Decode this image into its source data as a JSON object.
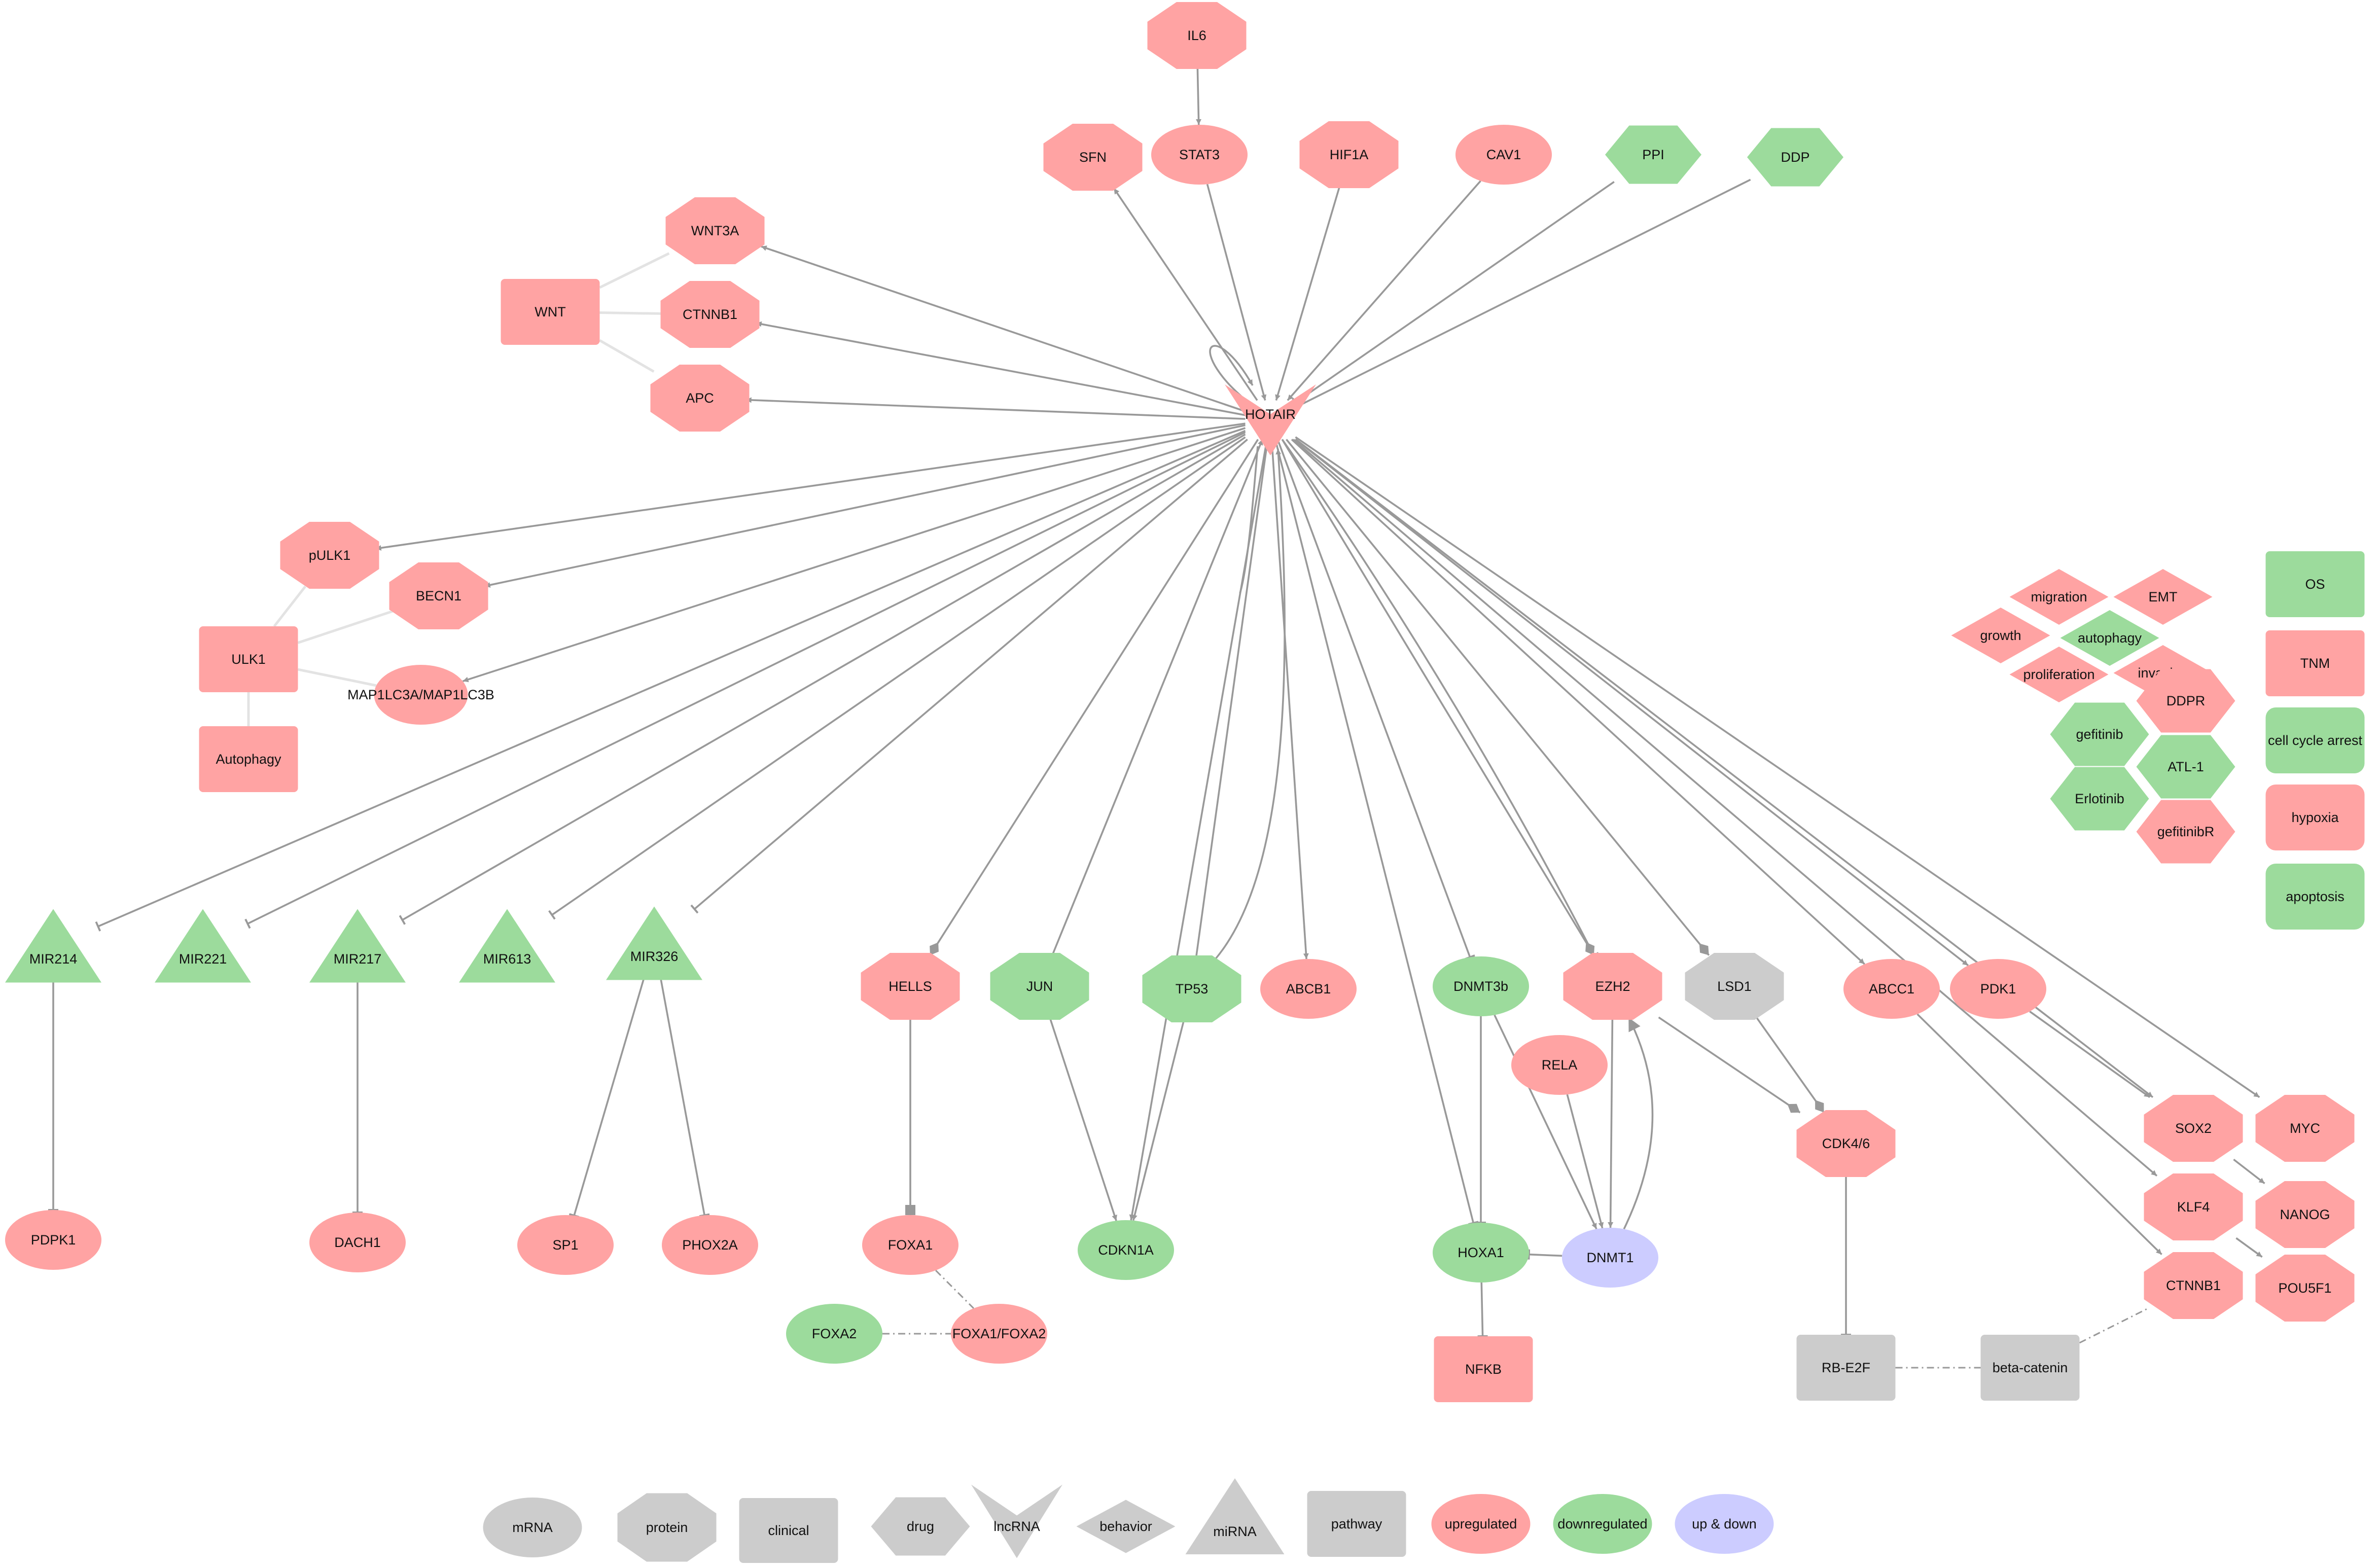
{
  "colors": {
    "upregulated": "#ffa3a3",
    "downregulated": "#9cdb9c",
    "updown": "#ccccff",
    "neutral": "#cccccc",
    "edge": "#999999"
  },
  "nodes": [
    {
      "id": "IL6",
      "label": "IL6",
      "shape": "octagon",
      "color": "up"
    },
    {
      "id": "SFN",
      "label": "SFN",
      "shape": "octagon",
      "color": "up"
    },
    {
      "id": "STAT3",
      "label": "STAT3",
      "shape": "ellipse",
      "color": "up"
    },
    {
      "id": "HIF1A",
      "label": "HIF1A",
      "shape": "octagon",
      "color": "up"
    },
    {
      "id": "CAV1",
      "label": "CAV1",
      "shape": "ellipse",
      "color": "up"
    },
    {
      "id": "PPI",
      "label": "PPI",
      "shape": "hexagon",
      "color": "down"
    },
    {
      "id": "DDP",
      "label": "DDP",
      "shape": "hexagon",
      "color": "down"
    },
    {
      "id": "WNT3A",
      "label": "WNT3A",
      "shape": "octagon",
      "color": "up"
    },
    {
      "id": "WNT",
      "label": "WNT",
      "shape": "rect",
      "color": "up"
    },
    {
      "id": "CTNNB1_top",
      "label": "CTNNB1",
      "shape": "octagon",
      "color": "up"
    },
    {
      "id": "APC",
      "label": "APC",
      "shape": "octagon",
      "color": "up"
    },
    {
      "id": "HOTAIR",
      "label": "HOTAIR",
      "shape": "vee",
      "color": "up"
    },
    {
      "id": "pULK1",
      "label": "pULK1",
      "shape": "octagon",
      "color": "up"
    },
    {
      "id": "BECN1",
      "label": "BECN1",
      "shape": "octagon",
      "color": "up"
    },
    {
      "id": "ULK1",
      "label": "ULK1",
      "shape": "rect",
      "color": "up"
    },
    {
      "id": "MAP1LC3",
      "label": "MAP1LC3A/MAP1LC3B",
      "shape": "ellipse",
      "color": "up"
    },
    {
      "id": "Autophagy",
      "label": "Autophagy",
      "shape": "rect",
      "color": "up"
    },
    {
      "id": "MIR214",
      "label": "MIR214",
      "shape": "triangle",
      "color": "down"
    },
    {
      "id": "MIR221",
      "label": "MIR221",
      "shape": "triangle",
      "color": "down"
    },
    {
      "id": "MIR217",
      "label": "MIR217",
      "shape": "triangle",
      "color": "down"
    },
    {
      "id": "MIR613",
      "label": "MIR613",
      "shape": "triangle",
      "color": "down"
    },
    {
      "id": "MIR326",
      "label": "MIR326",
      "shape": "triangle",
      "color": "down"
    },
    {
      "id": "HELLS",
      "label": "HELLS",
      "shape": "octagon",
      "color": "up"
    },
    {
      "id": "JUN",
      "label": "JUN",
      "shape": "octagon",
      "color": "down"
    },
    {
      "id": "TP53",
      "label": "TP53",
      "shape": "octagon",
      "color": "down"
    },
    {
      "id": "ABCB1",
      "label": "ABCB1",
      "shape": "ellipse",
      "color": "up"
    },
    {
      "id": "DNMT3b",
      "label": "DNMT3b",
      "shape": "ellipse",
      "color": "down"
    },
    {
      "id": "EZH2",
      "label": "EZH2",
      "shape": "octagon",
      "color": "up"
    },
    {
      "id": "LSD1",
      "label": "LSD1",
      "shape": "octagon",
      "color": "neutral"
    },
    {
      "id": "ABCC1",
      "label": "ABCC1",
      "shape": "ellipse",
      "color": "up"
    },
    {
      "id": "PDK1",
      "label": "PDK1",
      "shape": "ellipse",
      "color": "up"
    },
    {
      "id": "RELA",
      "label": "RELA",
      "shape": "ellipse",
      "color": "up"
    },
    {
      "id": "CDK46",
      "label": "CDK4/6",
      "shape": "octagon",
      "color": "up"
    },
    {
      "id": "SOX2",
      "label": "SOX2",
      "shape": "octagon",
      "color": "up"
    },
    {
      "id": "MYC",
      "label": "MYC",
      "shape": "octagon",
      "color": "up"
    },
    {
      "id": "KLF4",
      "label": "KLF4",
      "shape": "octagon",
      "color": "up"
    },
    {
      "id": "NANOG",
      "label": "NANOG",
      "shape": "octagon",
      "color": "up"
    },
    {
      "id": "CTNNB1_bot",
      "label": "CTNNB1",
      "shape": "octagon",
      "color": "up"
    },
    {
      "id": "POU5F1",
      "label": "POU5F1",
      "shape": "octagon",
      "color": "up"
    },
    {
      "id": "PDPK1",
      "label": "PDPK1",
      "shape": "ellipse",
      "color": "up"
    },
    {
      "id": "DACH1",
      "label": "DACH1",
      "shape": "ellipse",
      "color": "up"
    },
    {
      "id": "SP1",
      "label": "SP1",
      "shape": "ellipse",
      "color": "up"
    },
    {
      "id": "PHOX2A",
      "label": "PHOX2A",
      "shape": "ellipse",
      "color": "up"
    },
    {
      "id": "FOXA1",
      "label": "FOXA1",
      "shape": "ellipse",
      "color": "up"
    },
    {
      "id": "FOXA2",
      "label": "FOXA2",
      "shape": "ellipse",
      "color": "down"
    },
    {
      "id": "FOXA1FOXA2",
      "label": "FOXA1/FOXA2",
      "shape": "ellipse",
      "color": "up"
    },
    {
      "id": "CDKN1A",
      "label": "CDKN1A",
      "shape": "ellipse",
      "color": "down"
    },
    {
      "id": "HOXA1",
      "label": "HOXA1",
      "shape": "ellipse",
      "color": "down"
    },
    {
      "id": "DNMT1",
      "label": "DNMT1",
      "shape": "ellipse",
      "color": "updown"
    },
    {
      "id": "NFKB",
      "label": "NFKB",
      "shape": "rect",
      "color": "up"
    },
    {
      "id": "RBE2F",
      "label": "RB-E2F",
      "shape": "rect",
      "color": "neutral"
    },
    {
      "id": "betacatenin",
      "label": "beta-catenin",
      "shape": "rect",
      "color": "neutral"
    },
    {
      "id": "migration",
      "label": "migration",
      "shape": "diamond",
      "color": "up"
    },
    {
      "id": "EMT",
      "label": "EMT",
      "shape": "diamond",
      "color": "up"
    },
    {
      "id": "growth",
      "label": "growth",
      "shape": "diamond",
      "color": "up"
    },
    {
      "id": "autophagy_b",
      "label": "autophagy",
      "shape": "diamond",
      "color": "down"
    },
    {
      "id": "proliferation",
      "label": "proliferation",
      "shape": "diamond",
      "color": "up"
    },
    {
      "id": "invasion",
      "label": "invasion",
      "shape": "diamond",
      "color": "up"
    },
    {
      "id": "DDPR",
      "label": "DDPR",
      "shape": "hexagon",
      "color": "up"
    },
    {
      "id": "gefitinib",
      "label": "gefitinib",
      "shape": "hexagon",
      "color": "down"
    },
    {
      "id": "ATL1",
      "label": "ATL-1",
      "shape": "hexagon",
      "color": "down"
    },
    {
      "id": "Erlotinib",
      "label": "Erlotinib",
      "shape": "hexagon",
      "color": "down"
    },
    {
      "id": "gefitinibR",
      "label": "gefitinibR",
      "shape": "hexagon",
      "color": "up"
    },
    {
      "id": "OS",
      "label": "OS",
      "shape": "rect",
      "color": "down"
    },
    {
      "id": "TNM",
      "label": "TNM",
      "shape": "rect",
      "color": "up"
    },
    {
      "id": "cellcycle",
      "label": "cell cycle arrest",
      "shape": "roundrect",
      "color": "down"
    },
    {
      "id": "hypoxia",
      "label": "hypoxia",
      "shape": "roundrect",
      "color": "up"
    },
    {
      "id": "apoptosis",
      "label": "apoptosis",
      "shape": "roundrect",
      "color": "down"
    }
  ],
  "edges": [
    {
      "from": "IL6",
      "to": "STAT3",
      "type": "activate"
    },
    {
      "from": "HOTAIR",
      "to": "SFN",
      "type": "activate"
    },
    {
      "from": "STAT3",
      "to": "HOTAIR",
      "type": "activate"
    },
    {
      "from": "HIF1A",
      "to": "HOTAIR",
      "type": "activate"
    },
    {
      "from": "CAV1",
      "to": "HOTAIR",
      "type": "activate"
    },
    {
      "from": "PPI",
      "to": "HOTAIR",
      "type": "inhibit"
    },
    {
      "from": "DDP",
      "to": "HOTAIR",
      "type": "inhibit"
    },
    {
      "from": "HOTAIR",
      "to": "WNT3A",
      "type": "activate"
    },
    {
      "from": "HOTAIR",
      "to": "CTNNB1_top",
      "type": "activate"
    },
    {
      "from": "HOTAIR",
      "to": "APC",
      "type": "activate"
    },
    {
      "from": "HOTAIR",
      "to": "pULK1",
      "type": "activate"
    },
    {
      "from": "HOTAIR",
      "to": "BECN1",
      "type": "activate"
    },
    {
      "from": "HOTAIR",
      "to": "MAP1LC3",
      "type": "activate"
    },
    {
      "from": "HOTAIR",
      "to": "MIR214",
      "type": "inhibit"
    },
    {
      "from": "HOTAIR",
      "to": "MIR221",
      "type": "inhibit"
    },
    {
      "from": "HOTAIR",
      "to": "MIR217",
      "type": "inhibit"
    },
    {
      "from": "HOTAIR",
      "to": "MIR613",
      "type": "inhibit"
    },
    {
      "from": "HOTAIR",
      "to": "MIR326",
      "type": "inhibit"
    },
    {
      "from": "HOTAIR",
      "to": "HELLS",
      "type": "bind"
    },
    {
      "from": "JUN",
      "to": "HOTAIR",
      "type": "activate"
    },
    {
      "from": "TP53",
      "to": "HOTAIR",
      "type": "inhibit"
    },
    {
      "from": "HOTAIR",
      "to": "ABCB1",
      "type": "activate"
    },
    {
      "from": "HOTAIR",
      "to": "DNMT3b",
      "type": "inhibit"
    },
    {
      "from": "HOTAIR",
      "to": "EZH2",
      "type": "bind"
    },
    {
      "from": "HOTAIR",
      "to": "EZH2",
      "type": "inhibit"
    },
    {
      "from": "HOTAIR",
      "to": "LSD1",
      "type": "bind"
    },
    {
      "from": "HOTAIR",
      "to": "ABCC1",
      "type": "activate"
    },
    {
      "from": "HOTAIR",
      "to": "PDK1",
      "type": "activate"
    },
    {
      "from": "HOTAIR",
      "to": "SOX2",
      "type": "activate"
    },
    {
      "from": "HOTAIR",
      "to": "MYC",
      "type": "activate"
    },
    {
      "from": "HOTAIR",
      "to": "KLF4",
      "type": "activate"
    },
    {
      "from": "HOTAIR",
      "to": "HOXA1",
      "type": "inhibit"
    },
    {
      "from": "HOTAIR",
      "to": "CDKN1A",
      "type": "activate"
    },
    {
      "from": "MIR214",
      "to": "PDPK1",
      "type": "inhibit"
    },
    {
      "from": "MIR217",
      "to": "DACH1",
      "type": "inhibit"
    },
    {
      "from": "MIR326",
      "to": "SP1",
      "type": "inhibit"
    },
    {
      "from": "MIR326",
      "to": "PHOX2A",
      "type": "inhibit"
    },
    {
      "from": "HELLS",
      "to": "FOXA1",
      "type": "bind"
    },
    {
      "from": "JUN",
      "to": "CDKN1A",
      "type": "activate"
    },
    {
      "from": "TP53",
      "to": "CDKN1A",
      "type": "activate"
    },
    {
      "from": "DNMT3b",
      "to": "HOXA1",
      "type": "inhibit"
    },
    {
      "from": "DNMT3b",
      "to": "DNMT1",
      "type": "activate"
    },
    {
      "from": "RELA",
      "to": "DNMT1",
      "type": "activate"
    },
    {
      "from": "EZH2",
      "to": "DNMT1",
      "type": "activate"
    },
    {
      "from": "DNMT1",
      "to": "EZH2",
      "type": "activate"
    },
    {
      "from": "DNMT1",
      "to": "HOXA1",
      "type": "inhibit"
    },
    {
      "from": "EZH2",
      "to": "CDK46",
      "type": "bind"
    },
    {
      "from": "LSD1",
      "to": "CDK46",
      "type": "bind"
    },
    {
      "from": "CDK46",
      "to": "RBE2F",
      "type": "inhibit"
    },
    {
      "from": "HOXA1",
      "to": "NFKB",
      "type": "inhibit"
    },
    {
      "from": "ABCC1",
      "to": "CTNNB1_bot",
      "type": "activate"
    },
    {
      "from": "SOX2",
      "to": "NANOG",
      "type": "activate"
    },
    {
      "from": "KLF4",
      "to": "POU5F1",
      "type": "activate"
    },
    {
      "from": "PDK1",
      "to": "SOX2",
      "type": "activate"
    }
  ],
  "legend": {
    "items": [
      "mRNA",
      "protein",
      "clinical",
      "drug",
      "lncRNA",
      "behavior",
      "miRNA",
      "pathway",
      "upregulated",
      "downregulated",
      "up & down"
    ]
  }
}
